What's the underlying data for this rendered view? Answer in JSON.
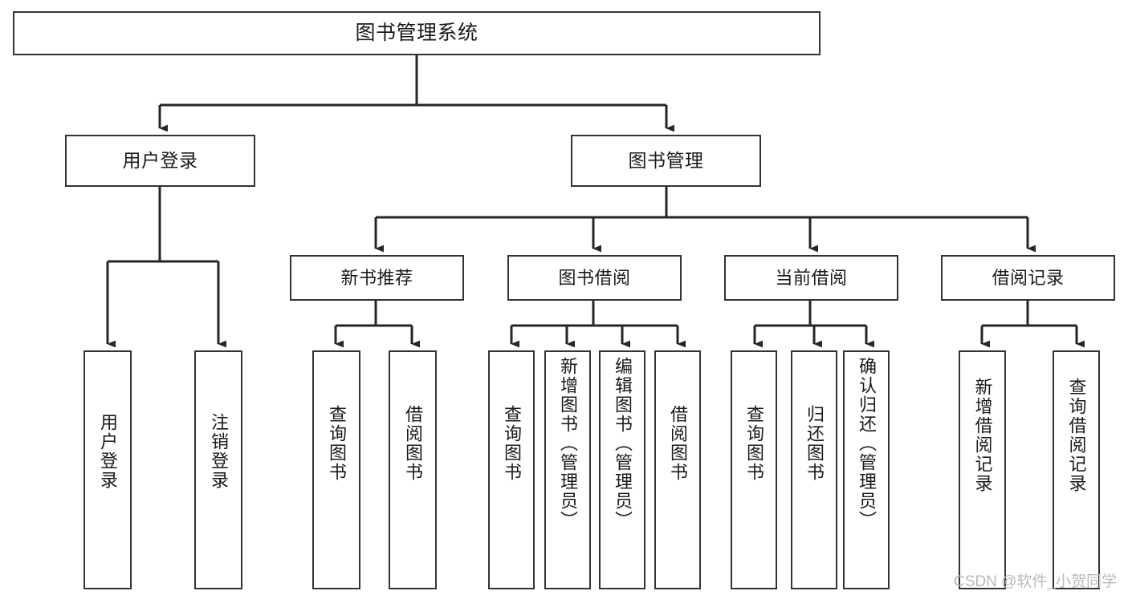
{
  "diagram": {
    "type": "tree",
    "title": "图书管理系统",
    "watermark": "CSDN @软件_小贺同学",
    "colors": {
      "box_border": "#333333",
      "box_fill": "#ffffff",
      "connector": "#262626",
      "text": "#1a1a1a",
      "watermark": "#b9b9b9"
    },
    "nodes": {
      "root": {
        "label": "图书管理系统"
      },
      "level2": [
        {
          "id": "user-login",
          "label": "用户登录"
        },
        {
          "id": "book-management",
          "label": "图书管理"
        }
      ],
      "level3": [
        {
          "id": "new-book-recommend",
          "label": "新书推荐"
        },
        {
          "id": "book-borrow",
          "label": "图书借阅"
        },
        {
          "id": "current-borrow",
          "label": "当前借阅"
        },
        {
          "id": "borrow-record",
          "label": "借阅记录"
        }
      ],
      "leaves": {
        "user_login": [
          {
            "id": "leaf-user-login",
            "label": "用户登录"
          },
          {
            "id": "leaf-logout-login",
            "label": "注销登录"
          }
        ],
        "new_book_recommend": [
          {
            "id": "leaf-query-book-1",
            "label": "查询图书"
          },
          {
            "id": "leaf-borrow-book-1",
            "label": "借阅图书"
          }
        ],
        "book_borrow": [
          {
            "id": "leaf-query-book-2",
            "label": "查询图书"
          },
          {
            "id": "leaf-add-book",
            "label": "新增图书（管理员）"
          },
          {
            "id": "leaf-edit-book",
            "label": "编辑图书（管理员）"
          },
          {
            "id": "leaf-borrow-book-2",
            "label": "借阅图书"
          }
        ],
        "current_borrow": [
          {
            "id": "leaf-query-book-3",
            "label": "查询图书"
          },
          {
            "id": "leaf-return-book",
            "label": "归还图书"
          },
          {
            "id": "leaf-confirm-return",
            "label": "确认归还（管理员）"
          }
        ],
        "borrow_record": [
          {
            "id": "leaf-add-borrow-record",
            "label": "新增借阅记录"
          },
          {
            "id": "leaf-query-borrow-record",
            "label": "查询借阅记录"
          }
        ]
      }
    }
  }
}
